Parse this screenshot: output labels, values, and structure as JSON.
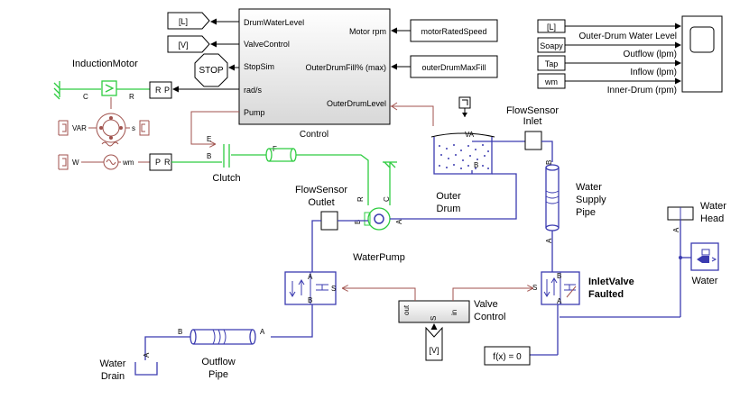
{
  "control": {
    "title": "Control",
    "in_ports": [
      "rad/s",
      "Pump"
    ],
    "out_ports": [
      "DrumWaterLevel",
      "ValveControl",
      "StopSim"
    ],
    "right_inputs": [
      "Motor rpm",
      "OuterDrumFill% (max)"
    ],
    "right_output": "OuterDrumLevel"
  },
  "tags": {
    "L": "[L]",
    "V": "[V]",
    "V_bottom": "[V]"
  },
  "stop_label": "STOP",
  "constants": {
    "motor_rated_speed": "motorRatedSpeed",
    "outer_drum_max_fill": "outerDrumMaxFill"
  },
  "scope_inputs": {
    "froms": [
      "[L]",
      "Soapy",
      "Tap",
      "wm"
    ],
    "labels": [
      "Outer-Drum Water Level",
      "Outflow (lpm)",
      "Inflow (lpm)",
      "Inner-Drum (rpm)"
    ]
  },
  "motor": {
    "title": "InductionMotor",
    "port_c": "C",
    "port_r": "R",
    "var_label": "VAR",
    "s_label": "s",
    "w_label": "W",
    "wm_label": "wm"
  },
  "converters": {
    "rp": [
      "R",
      "P"
    ],
    "pr": [
      "P",
      "R"
    ]
  },
  "clutch": {
    "title": "Clutch",
    "port_e": "E",
    "port_b": "B",
    "port_f": "F"
  },
  "pump": {
    "title": "WaterPump",
    "port_r": "R",
    "port_c": "C",
    "port_b": "B",
    "port_a": "A"
  },
  "outer_drum": {
    "title_1": "Outer",
    "title_2": "Drum",
    "port_va": "VA",
    "port_b": "B"
  },
  "flow_outlet": {
    "title_1": "FlowSensor",
    "title_2": "Outlet"
  },
  "flow_inlet": {
    "title_1": "FlowSensor",
    "title_2": "Inlet"
  },
  "supply_pipe": {
    "title_1": "Water",
    "title_2": "Supply",
    "title_3": "Pipe",
    "port_b": "B",
    "port_a": "A"
  },
  "water_head": {
    "title_1": "Water",
    "title_2": "Head",
    "port_a": "A"
  },
  "water_source": {
    "title": "Water"
  },
  "inlet_valve": {
    "title_1": "InletValve",
    "title_2": "Faulted",
    "port_a": "A",
    "port_b": "B",
    "port_s": "S"
  },
  "outlet_valve": {
    "port_a": "A",
    "port_b": "B",
    "port_s": "S"
  },
  "valve_control": {
    "title_1": "Valve",
    "title_2": "Control",
    "port_out": "out",
    "port_s": "S",
    "port_in": "in"
  },
  "outflow_pipe": {
    "title_1": "Outflow",
    "title_2": "Pipe",
    "port_b": "B",
    "port_a": "A"
  },
  "water_drain": {
    "title_1": "Water",
    "title_2": "Drain",
    "port_a": "A"
  },
  "fx_label": "f(x) = 0",
  "colors": {
    "mechanical": "#2ecc40",
    "hydraulic": "#3b3bb0",
    "feedback": "#a0524d",
    "signal": "#000000"
  }
}
